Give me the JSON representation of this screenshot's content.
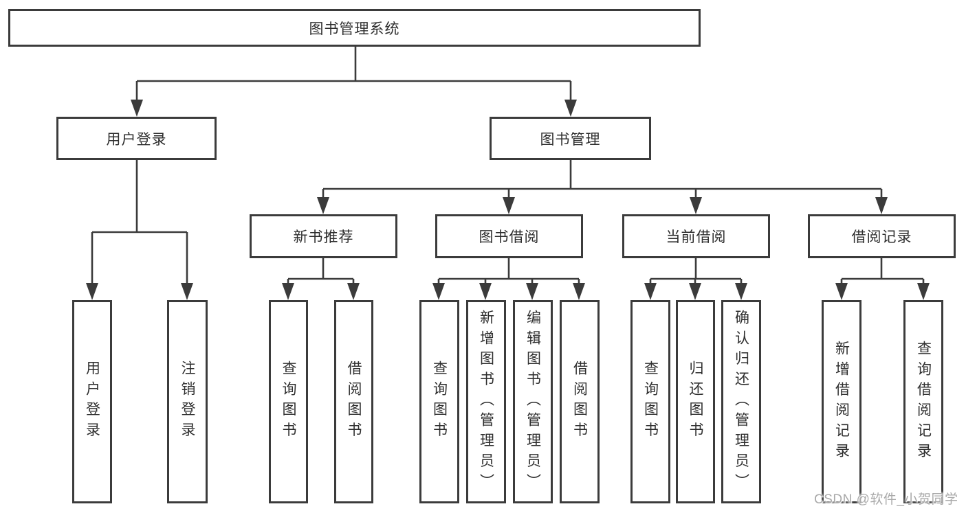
{
  "diagram": {
    "tree": {
      "root": "图书管理系统",
      "children": [
        {
          "label": "用户登录",
          "children": [
            "用户登录",
            "注销登录"
          ]
        },
        {
          "label": "图书管理",
          "children": [
            {
              "label": "新书推荐",
              "children": [
                "查询图书",
                "借阅图书"
              ]
            },
            {
              "label": "图书借阅",
              "children": [
                "查询图书",
                "新增图书（管理员）",
                "编辑图书（管理员）",
                "借阅图书"
              ]
            },
            {
              "label": "当前借阅",
              "children": [
                "查询图书",
                "归还图书",
                "确认归还（管理员）"
              ]
            },
            {
              "label": "借阅记录",
              "children": [
                "新增借阅记录",
                "查询借阅记录"
              ]
            }
          ]
        }
      ]
    },
    "line_color": "#3b3b3b",
    "watermark": "CSDN @软件_小贺同学"
  }
}
